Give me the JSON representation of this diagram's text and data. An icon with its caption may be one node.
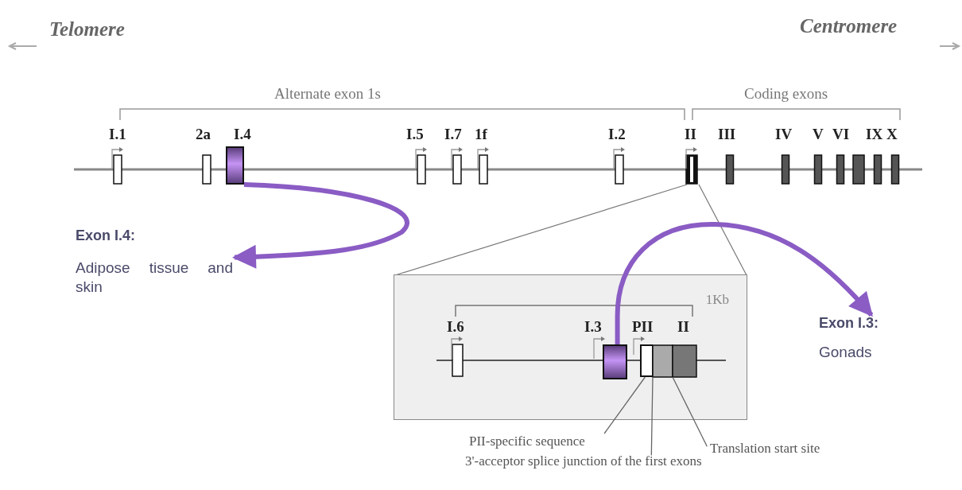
{
  "diagram": {
    "nodes": [
      {
        "text": [
          "Exon I.4:",
          "Adipose tissue and skin"
        ]
      },
      {
        "text": [],
        "shape": "box"
      },
      {
        "text": [
          "1Kb"
        ]
      },
      {
        "text": [],
        "shape": "box",
        "in": 2
      },
      {
        "text": [],
        "shape": "box",
        "in": 2
      },
      {
        "text": [
          "Exon I.3:",
          "Gonads"
        ]
      },
      {
        "text": [
          "PII-specific sequence"
        ]
      },
      {
        "text": [
          "Translation start site"
        ]
      },
      {
        "text": [
          "3'-acceptor splice junction of the first exons"
        ]
      }
    ],
    "edges": [
      {
        "from": 1,
        "to": 0,
        "arrow": "to",
        "style": "thick",
        "color": "#8a5cc4"
      },
      {
        "from": 3,
        "to": 5,
        "arrow": "to",
        "style": "thick",
        "color": "#8a5cc4"
      },
      {
        "from": 6,
        "to": 4,
        "arrow": "none"
      },
      {
        "from": 7,
        "to": null,
        "arrow": "none"
      },
      {
        "from": 8,
        "to": 4,
        "arrow": "none"
      }
    ],
    "labels": [
      "Telomere",
      "Centromere",
      "Alternate exon 1s",
      "Coding exons",
      "I.1",
      "2a",
      "I.4",
      "I.5",
      "I.7",
      "1f",
      "I.2",
      "II",
      "III",
      "IV",
      "V",
      "VI",
      "IX",
      "X",
      "I.6",
      "I.3",
      "PII",
      "II"
    ]
  }
}
